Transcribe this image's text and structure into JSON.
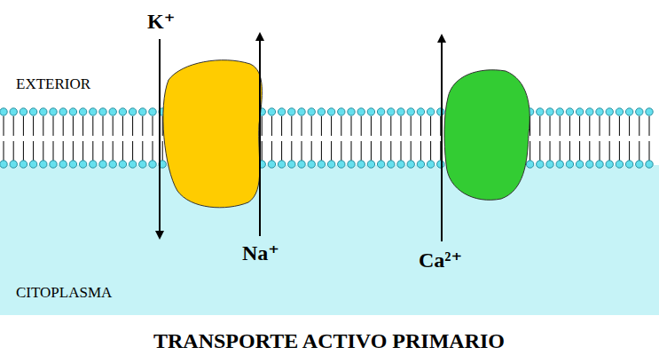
{
  "diagram": {
    "caption": "TRANSPORTE ACTIVO PRIMARIO",
    "labels": [
      "K⁺",
      "EXTERIOR",
      "Na⁺",
      "Ca²⁺",
      "CITOPLASMA"
    ]
  }
}
